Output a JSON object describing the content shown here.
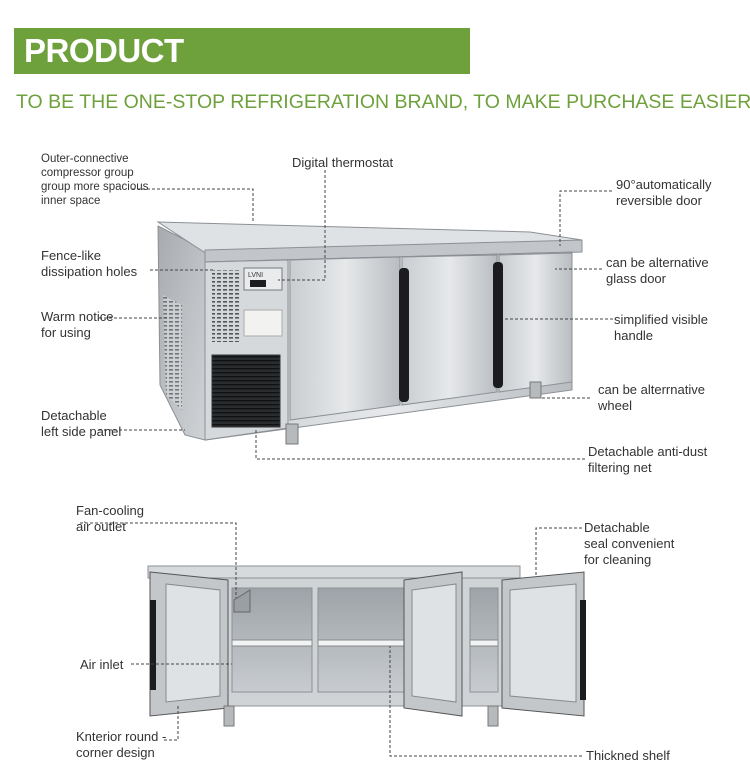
{
  "header": {
    "title": "PRODUCT INTERPRETATION",
    "tagline": "TO BE THE ONE-STOP REFRIGERATION BRAND, TO MAKE PURCHASE EASIER."
  },
  "product": {
    "brand_logo": "LVNI"
  },
  "callouts_top": {
    "compressor": [
      "Outer-connective",
      "compressor group",
      "group more spacious",
      "inner space"
    ],
    "thermostat": [
      "Digital thermostat"
    ],
    "reversible_door": [
      "90°automatically",
      "reversible door"
    ],
    "dissipation": [
      "Fence-like",
      "dissipation holes"
    ],
    "glass_door": [
      "can be alternative",
      "glass door"
    ],
    "warm_notice": [
      "Warm notice",
      "for using"
    ],
    "handle": [
      "simplified visible",
      "handle"
    ],
    "wheel": [
      "can be alterrnative",
      "wheel"
    ],
    "side_panel": [
      "Detachable",
      "left side panel"
    ],
    "filter_net": [
      "Detachable anti-dust",
      "filtering net"
    ]
  },
  "callouts_bottom": {
    "fan_outlet": [
      "Fan-cooling",
      "air outlet"
    ],
    "seal": [
      "Detachable",
      "seal convenient",
      "for cleaning"
    ],
    "air_inlet": [
      "Air inlet"
    ],
    "corner": [
      "Knterior round -",
      "corner design"
    ],
    "shelf": [
      "Thickned shelf"
    ]
  }
}
